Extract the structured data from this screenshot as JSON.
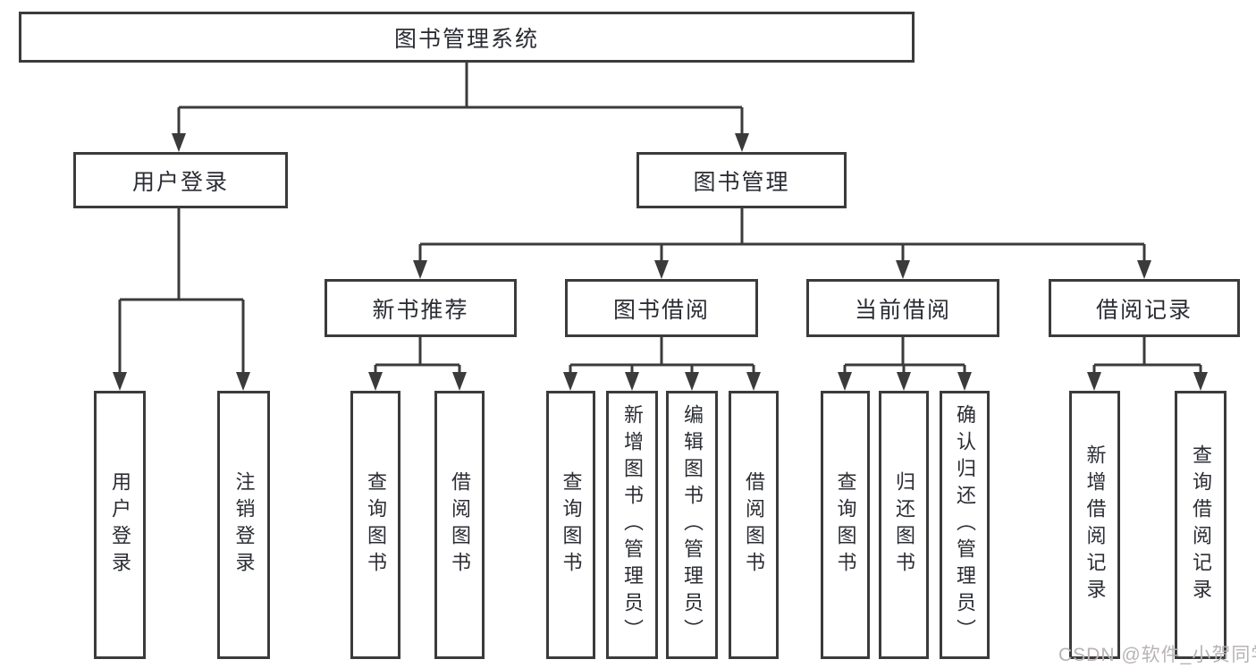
{
  "diagram_title": "图书管理系统",
  "tree": {
    "label": "图书管理系统",
    "children": [
      {
        "label": "用户登录",
        "children": [
          {
            "label": "用户登录"
          },
          {
            "label": "注销登录"
          }
        ]
      },
      {
        "label": "图书管理",
        "children": [
          {
            "label": "新书推荐",
            "children": [
              {
                "label": "查询图书"
              },
              {
                "label": "借阅图书"
              }
            ]
          },
          {
            "label": "图书借阅",
            "children": [
              {
                "label": "查询图书"
              },
              {
                "label": "新增图书（管理员）"
              },
              {
                "label": "编辑图书（管理员）"
              },
              {
                "label": "借阅图书"
              }
            ]
          },
          {
            "label": "当前借阅",
            "children": [
              {
                "label": "查询图书"
              },
              {
                "label": "归还图书"
              },
              {
                "label": "确认归还（管理员）"
              }
            ]
          },
          {
            "label": "借阅记录",
            "children": [
              {
                "label": "新增借阅记录"
              },
              {
                "label": "查询借阅记录"
              }
            ]
          }
        ]
      }
    ]
  },
  "watermark": {
    "text": "CSDN @软件_小贺同学"
  },
  "colors": {
    "line": "#3b3b3b",
    "text": "#2b2d33",
    "watermark": "#b9b3b3",
    "background": "#ffffff"
  }
}
